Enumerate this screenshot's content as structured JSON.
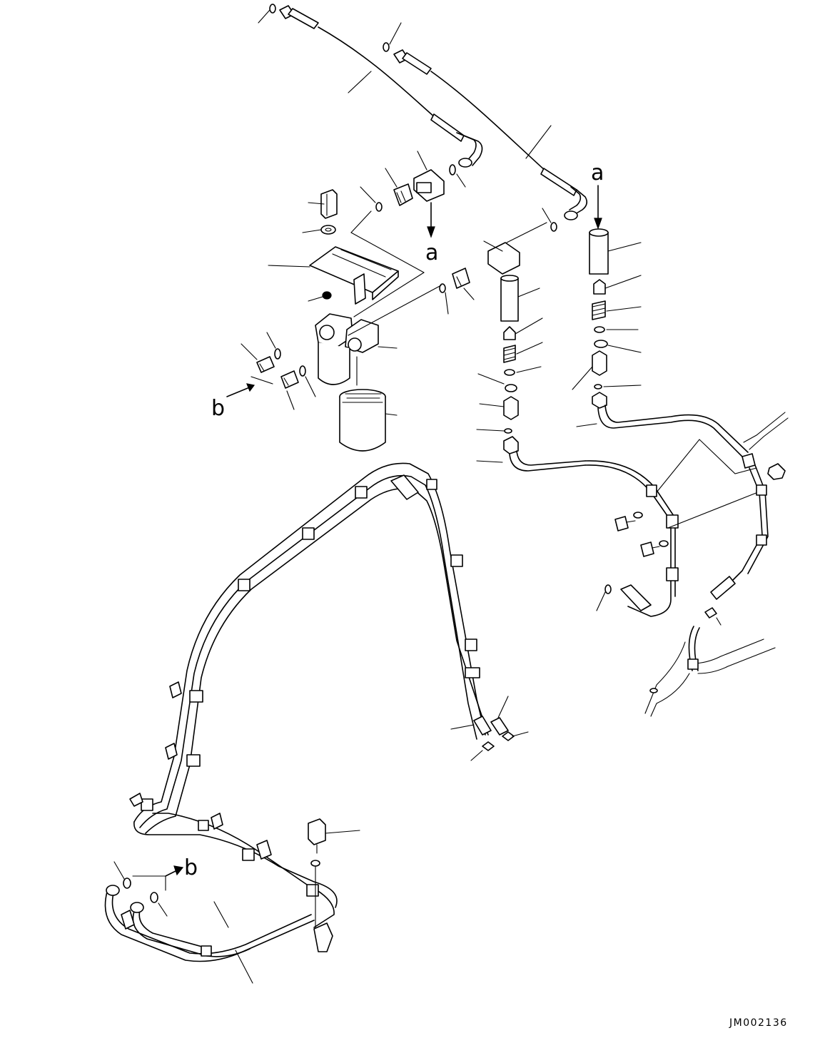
{
  "labels": {
    "a": "a",
    "b": "b"
  },
  "drawing_code": "JM002136"
}
